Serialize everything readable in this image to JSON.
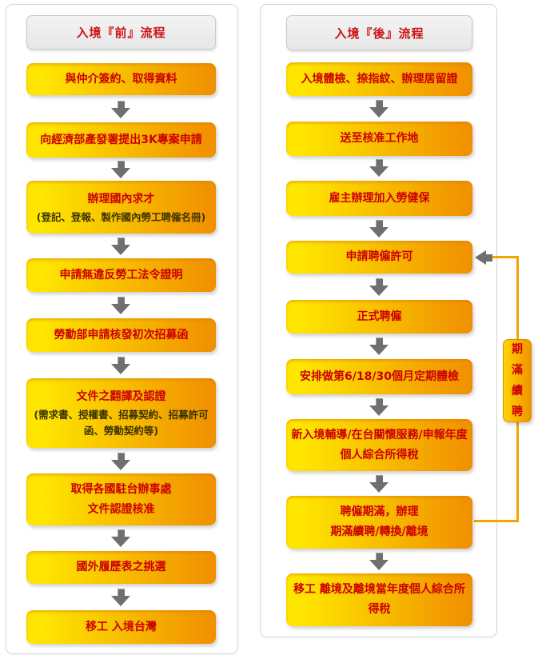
{
  "colors": {
    "box_gradient_start": "#ffe600",
    "box_gradient_end": "#f19300",
    "title_red": "#cc0000",
    "subtitle_dark": "#3c3400",
    "arrow_gray": "#6f6f6f",
    "connector_orange": "#f5a300",
    "header_bg": "#ededed",
    "panel_border": "#d6d6d6"
  },
  "left_panel": {
    "header": "入境『前』流程",
    "steps": [
      {
        "title": "與仲介簽約、取得資料"
      },
      {
        "title": "向經濟部產發署提出3K專案申請"
      },
      {
        "title": "辦理國內求才",
        "subtitle": "(登記、登報、製作國內勞工聘僱名冊)"
      },
      {
        "title": "申請無違反勞工法令證明"
      },
      {
        "title": "勞動部申請核發初次招募函"
      },
      {
        "title": "文件之翻譯及認證",
        "subtitle": "(需求書、授權書、招募契約、招募許可函、勞動契約等)"
      },
      {
        "title": "取得各國駐台辦事處\n文件認證核准"
      },
      {
        "title": "國外履歷表之挑選"
      },
      {
        "title": "移工 入境台灣"
      }
    ]
  },
  "right_panel": {
    "header": "入境『後』流程",
    "steps": [
      {
        "title": "入境體檢、捺指紋、辦理居留證"
      },
      {
        "title": "送至核准工作地"
      },
      {
        "title": "雇主辦理加入勞健保"
      },
      {
        "title": "申請聘僱許可"
      },
      {
        "title": "正式聘僱"
      },
      {
        "title": "安排做第6/18/30個月定期體檢"
      },
      {
        "title": "新入境輔導/在台關懷服務/申報年度個人綜合所得稅"
      },
      {
        "title": "聘僱期滿，辦理\n期滿續聘/轉換/離境"
      },
      {
        "title": "移工 離境及離境當年度個人綜合所得稅"
      }
    ]
  },
  "side_connector": {
    "label": "期滿續聘"
  }
}
